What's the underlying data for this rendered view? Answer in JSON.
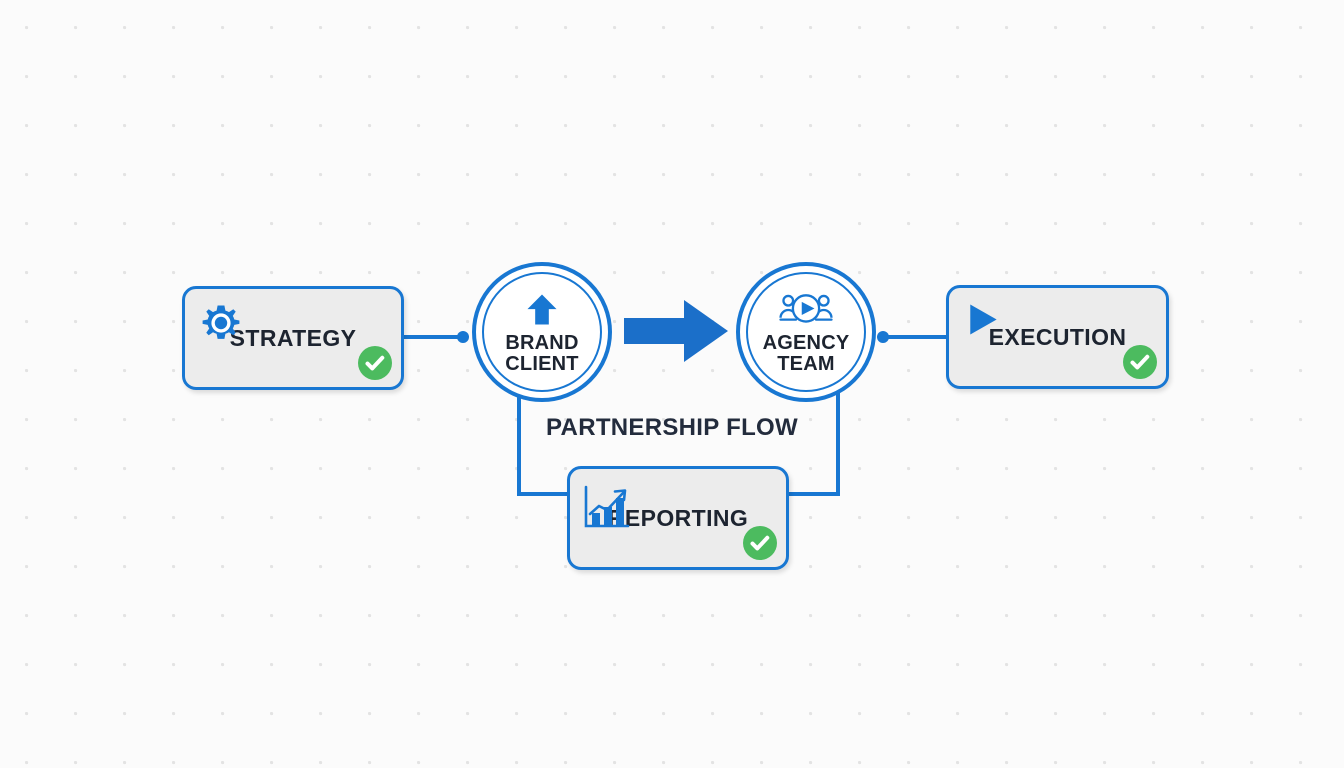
{
  "diagram": {
    "caption": "PARTNERSHIP FLOW",
    "background": {
      "color": "#fbfbfb",
      "dot_color": "#e3e3e3"
    },
    "colors": {
      "accent_blue": "#1877d2",
      "arrow_blue": "#1b6fc9",
      "box_fill": "#ececec",
      "check_green": "#4cbb5f",
      "text_dark": "#1d2430",
      "caption_text": "#232c3d"
    },
    "boxes": [
      {
        "id": "strategy",
        "label": "STRATEGY",
        "icon": "gear-icon",
        "status": "complete",
        "badge": "check-icon"
      },
      {
        "id": "execution",
        "label": "EXECUTION",
        "icon": "play-triangle-icon",
        "status": "complete",
        "badge": "check-icon"
      },
      {
        "id": "reporting",
        "label": "REPORTING",
        "icon": "bar-chart-growth-icon",
        "status": "complete",
        "badge": "check-icon"
      }
    ],
    "circles": [
      {
        "id": "brand-client",
        "line1": "BRAND",
        "line2": "CLIENT",
        "icon": "up-arrow-icon"
      },
      {
        "id": "agency-team",
        "line1": "AGENCY",
        "line2": "TEAM",
        "icon": "team-play-icon"
      }
    ],
    "connectors": [
      {
        "id": "strategy-to-brand-client",
        "type": "straight-with-endpoint-dot"
      },
      {
        "id": "agency-team-to-execution",
        "type": "straight-with-endpoint-dot"
      },
      {
        "id": "brand-client-to-reporting",
        "type": "elbow"
      },
      {
        "id": "agency-team-to-reporting",
        "type": "elbow"
      },
      {
        "id": "brand-client-to-agency-team",
        "type": "block-arrow"
      }
    ]
  }
}
